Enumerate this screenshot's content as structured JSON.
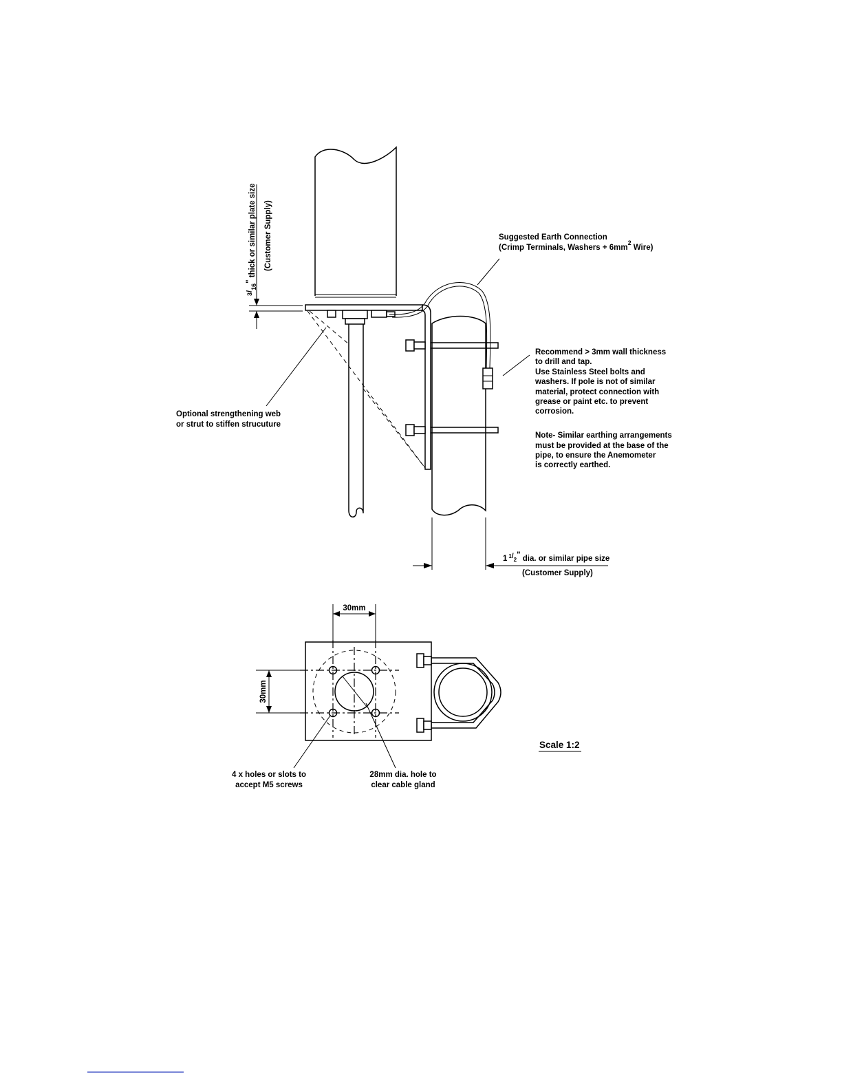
{
  "labels": {
    "earth_title": "Suggested Earth Connection",
    "earth_detail_pre": "(Crimp Terminals, Washers + 6mm",
    "earth_detail_sup": "2",
    "earth_detail_post": " Wire)",
    "wall_lines": [
      "Recommend > 3mm wall thickness",
      "to drill and tap.",
      "Use Stainless Steel bolts and",
      "washers. If pole is not of similar",
      "material, protect connection with",
      "grease or paint etc. to prevent",
      "corrosion."
    ],
    "note_lines": [
      "Note- Similar earthing arrangements",
      "must be provided at the base of the",
      "pipe, to ensure the Anemometer",
      "is correctly earthed."
    ],
    "web_lines": [
      "Optional strengthening web",
      "or strut to stiffen strucuture"
    ],
    "plate_frac_num": "3",
    "plate_frac_den": "16",
    "plate_inch_mark": "\"",
    "plate_text": " thick or similar plate size",
    "plate_supply": "(Customer Supply)",
    "pipe_whole": "1",
    "pipe_frac_num": "1",
    "pipe_frac_den": "2",
    "pipe_inch_mark": "\"",
    "pipe_text": " dia. or similar pipe size",
    "pipe_supply": "(Customer Supply)",
    "dim_horizontal": "30mm",
    "dim_vertical": "30mm",
    "holes_lines": [
      "4 x holes or slots to",
      "accept M5 screws"
    ],
    "gland_lines": [
      "28mm dia. hole to",
      "clear cable gland"
    ],
    "scale": "Scale 1:2"
  }
}
